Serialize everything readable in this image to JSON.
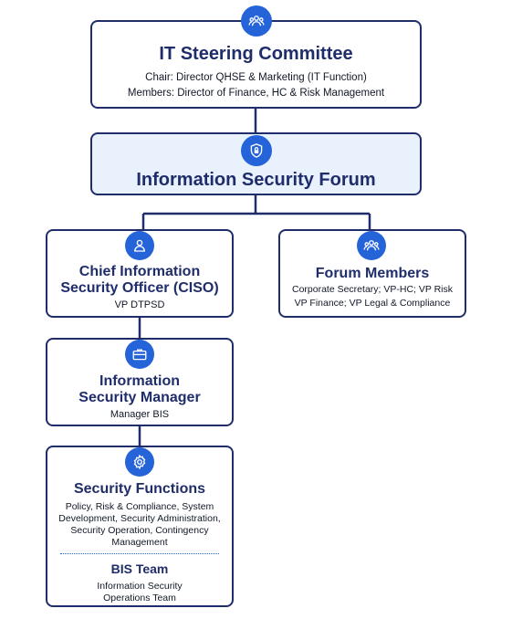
{
  "steering": {
    "title": "IT Steering Committee",
    "chair": "Chair: Director QHSE & Marketing (IT Function)",
    "members": "Members: Director of Finance, HC & Risk Management",
    "icon": "people-group-icon"
  },
  "forum": {
    "title": "Information Security Forum",
    "icon": "shield-lock-icon"
  },
  "ciso": {
    "title_line1": "Chief Information",
    "title_line2": "Security Officer (CISO)",
    "subtitle": "VP DTPSD",
    "icon": "user-icon"
  },
  "forum_members": {
    "title": "Forum Members",
    "line1": "Corporate Secretary; VP-HC; VP Risk",
    "line2": "VP Finance; VP Legal & Compliance",
    "icon": "people-group-icon"
  },
  "ism": {
    "title_line1": "Information",
    "title_line2": "Security Manager",
    "subtitle": "Manager BIS",
    "icon": "briefcase-icon"
  },
  "security_functions": {
    "title": "Security Functions",
    "line1": "Policy, Risk & Compliance, System",
    "line2": "Development, Security Administration,",
    "line3": "Security Operation, Contingency",
    "line4": "Management",
    "icon": "gear-icon"
  },
  "bis_team": {
    "title": "BIS Team",
    "line1": "Information Security",
    "line2": "Operations Team"
  },
  "colors": {
    "navy": "#1f2d6b",
    "accent_blue": "#2563d9",
    "forum_fill": "#e9f1fc"
  }
}
